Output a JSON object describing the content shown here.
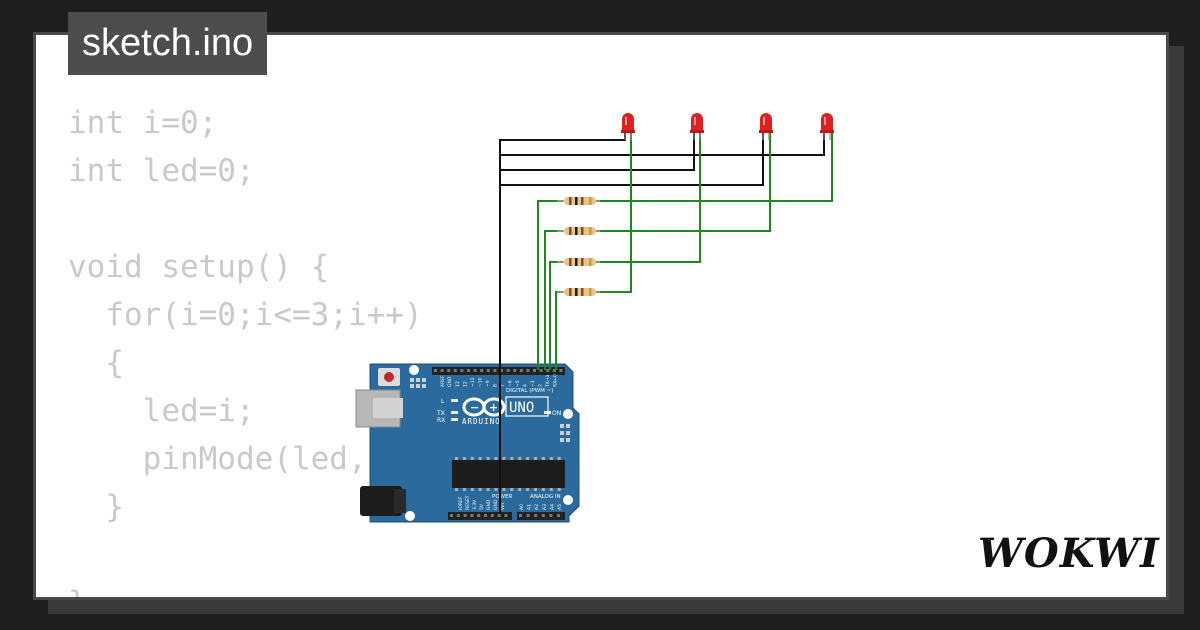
{
  "file_tab": {
    "title": "sketch.ino"
  },
  "code_lines": [
    "int i=0;",
    "int led=0;",
    "",
    "void setup() {",
    "  for(i=0;i<=3;i++)",
    "  {",
    "    led=i;",
    "    pinMode(led,",
    "  }",
    "",
    "}"
  ],
  "board": {
    "name": "UNO",
    "maker": "ARDUINO",
    "digital_header": "DIGITAL (PWM ~)",
    "power_header": "POWER",
    "analog_header": "ANALOG IN",
    "label_l": "L",
    "label_tx": "TX",
    "label_rx": "RX",
    "label_on": "ON",
    "pin_aref": "AREF",
    "pin_gnd": "GND",
    "pins_digital": [
      "13",
      "12",
      "~11",
      "~10",
      "~9",
      "8",
      "7",
      "~6",
      "~5",
      "4",
      "~3",
      "2",
      "TX→1",
      "RX←0"
    ],
    "pins_power": [
      "IOREF",
      "RESET",
      "3.3V",
      "5V",
      "GND",
      "GND",
      "Vin"
    ],
    "pins_analog": [
      "A0",
      "A1",
      "A2",
      "A3",
      "A4",
      "A5"
    ]
  },
  "components": {
    "leds": [
      {
        "id": "led1",
        "color": "red"
      },
      {
        "id": "led2",
        "color": "red"
      },
      {
        "id": "led3",
        "color": "red"
      },
      {
        "id": "led4",
        "color": "red"
      }
    ],
    "resistors": [
      {
        "id": "r1"
      },
      {
        "id": "r2"
      },
      {
        "id": "r3"
      },
      {
        "id": "r4"
      }
    ]
  },
  "colors": {
    "background": "#1e1e1e",
    "card": "#ffffff",
    "code_text": "#c9c9c9",
    "tab_bg": "#4d4d4d",
    "board_blue": "#2b6a9c",
    "wire_green": "#1e8a1e",
    "wire_black": "#111111",
    "led_red": "#e02020"
  },
  "brand": {
    "logo": "WOKWI"
  }
}
